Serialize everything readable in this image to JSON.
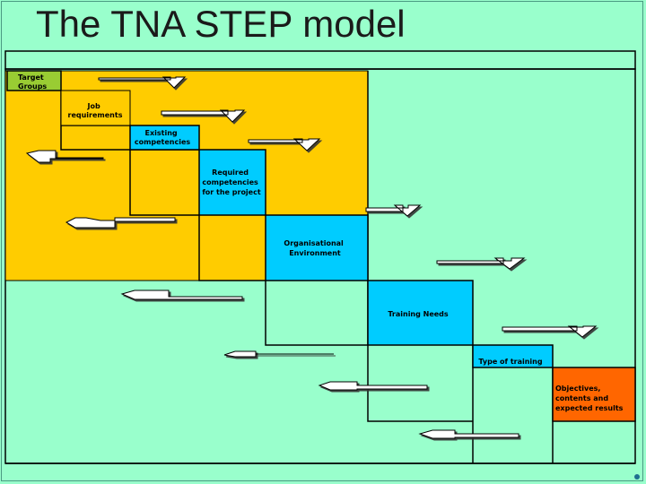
{
  "title": "The TNA STEP model",
  "colors": {
    "background": "#99FFCC",
    "phase_area": "#FFCC00",
    "step_box": "#00CCFF",
    "final_box": "#FF6600",
    "label_box": "#99CC33"
  },
  "steps": [
    {
      "label": "Target Groups",
      "lines": [
        "Target",
        "Groups"
      ]
    },
    {
      "label": "Job requirements",
      "lines": [
        "Job",
        "requirements"
      ]
    },
    {
      "label": "Existing competencies",
      "lines": [
        "Existing",
        "competencies"
      ]
    },
    {
      "label": "Required competencies for the project",
      "lines": [
        "Required",
        "competencies",
        "for the project"
      ]
    },
    {
      "label": "Organisational Environment",
      "lines": [
        "Organisational",
        "Environment"
      ]
    },
    {
      "label": "Training Needs",
      "lines": [
        "Training Needs"
      ]
    },
    {
      "label": "Type of training",
      "lines": [
        "Type of training"
      ]
    },
    {
      "label": "Objectives, contents and expected results",
      "lines": [
        "Objectives,",
        "contents and",
        "expected results"
      ]
    }
  ]
}
